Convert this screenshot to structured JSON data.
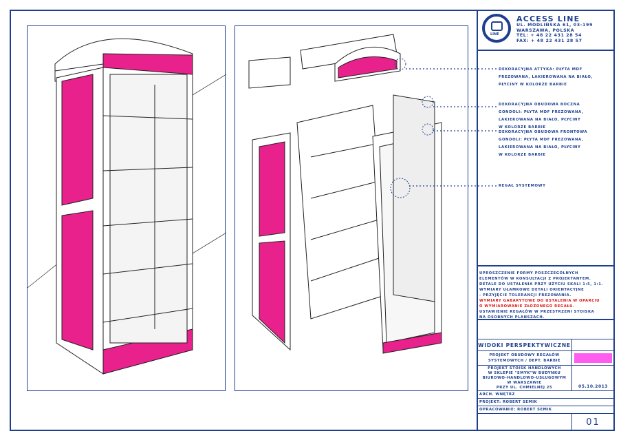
{
  "company": {
    "name": "ACCESS LINE",
    "logo_text": "LINE",
    "address1": "UL. MODLIŃSKA 61, 03-199",
    "address2": "WARSZAWA, POLSKA",
    "tel": "TEL: + 48 22 431 28 54",
    "fax": "FAX: + 48 22 431 28 57"
  },
  "annotations": [
    {
      "lines": [
        "DEKORACYJNA ATTYKA: PŁYTA MDF",
        "FREZOWANA, LAKIEROWANA NA BIAŁO,",
        "PŁYCINY W KOLORZE BARBIE"
      ]
    },
    {
      "lines": [
        "DEKORACYJNA OBUDOWA BOCZNA",
        "GONDOLI: PŁYTA MDF FREZOWANA,",
        "LAKIEROWANA NA BIAŁO, PŁYCINY",
        "W KOLORZE BARBIE"
      ]
    },
    {
      "lines": [
        "DEKORACYJNA OBUDOWA FRONTOWA",
        "GONDOLI: PŁYTA MDF FREZOWANA,",
        "LAKIEROWANA NA BIAŁO, PŁYCINY",
        "W KOLORZE BARBIE"
      ]
    },
    {
      "lines": [
        "REGAŁ SYSTEMOWY"
      ]
    }
  ],
  "notes": {
    "blue1": [
      "UPROSZCZENIE FORMY POSZCZEGÓLNYCH",
      "ELEMENTÓW W KONSULTACJI Z PROJEKTANTEM.",
      "DETALE DO USTALENIA PRZY UŻYCIU SKALI 1:5, 1:1.",
      "WYMIARY UŁAMKOWE DETALI ORIENTACYJNE",
      "- PRZYJĘCIE TOLERANCJI FREZOWANIA."
    ],
    "red": [
      "WYMIARY GABARYTOWE DO USTALENIA W OPARCIU",
      "O WYMIAROWANIE ZŁOŻONEGO REGAŁU."
    ],
    "blue2": [
      "USTAWIENIE REGAŁÓW W PRZESTRZENI STOISKA",
      "NA OSOBNYCH PLANSZACH."
    ]
  },
  "title_block": {
    "title": "WIDOKI PERSPEKTYWICZNE",
    "project": [
      "PROJEKT OBUDOWY REGAŁÓW",
      "SYSTEMOWYCH / DEPT.  BARBIE"
    ],
    "location": [
      "PROJEKT STOISK HANDLOWYCH",
      "W SKLEPIE \"SMYK\"W BUDYNKU",
      "BIUROWO-HANDLOWO-USŁUGOWYM",
      "W WARSZAWIE",
      "PRZY UL. CHMIELNEJ 25"
    ],
    "date": "05.10.2013",
    "arch": "ARCH. WNĘTRZ",
    "projekt": "PROJEKT: ROBERT SEMIK",
    "opracowanie": "OPRACOWANIE: ROBERT SEMIK",
    "sheet": "01"
  },
  "colors": {
    "blue": "#1d3f8f",
    "pink": "#e8218c",
    "swatch": "#ff5cf0",
    "red": "#e01010"
  }
}
